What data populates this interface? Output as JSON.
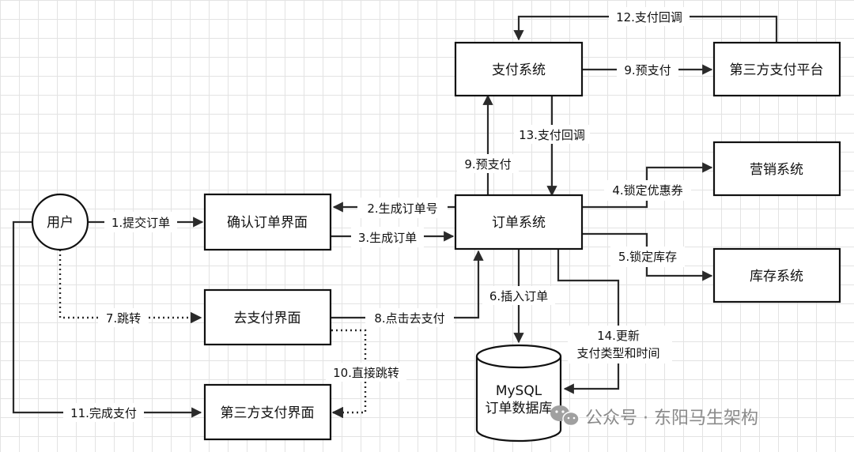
{
  "nodes": {
    "user": "用户",
    "confirm_order_ui": "确认订单界面",
    "go_pay_ui": "去支付界面",
    "third_party_pay_ui": "第三方支付界面",
    "payment_system": "支付系统",
    "third_party_platform": "第三方支付平台",
    "order_system": "订单系统",
    "marketing_system": "营销系统",
    "inventory_system": "库存系统",
    "mysql_line1": "MySQL",
    "mysql_line2": "订单数据库"
  },
  "edges": {
    "e1": "1.提交订单",
    "e2": "2.生成订单号",
    "e3": "3.生成订单",
    "e4": "4.锁定优惠券",
    "e5": "5.锁定库存",
    "e6": "6.插入订单",
    "e7": "7.跳转",
    "e8": "8.点击去支付",
    "e9a": "9.预支付",
    "e9b": "9.预支付",
    "e10": "10.直接跳转",
    "e11": "11.完成支付",
    "e12": "12.支付回调",
    "e13": "13.支付回调",
    "e14_line1": "14.更新",
    "e14_line2": "支付类型和时间"
  },
  "watermark": "公众号 · 东阳马生架构",
  "colors": {
    "stroke": "#111111",
    "grid": "#e3e3e3",
    "watermark": "#8a8a8a"
  }
}
